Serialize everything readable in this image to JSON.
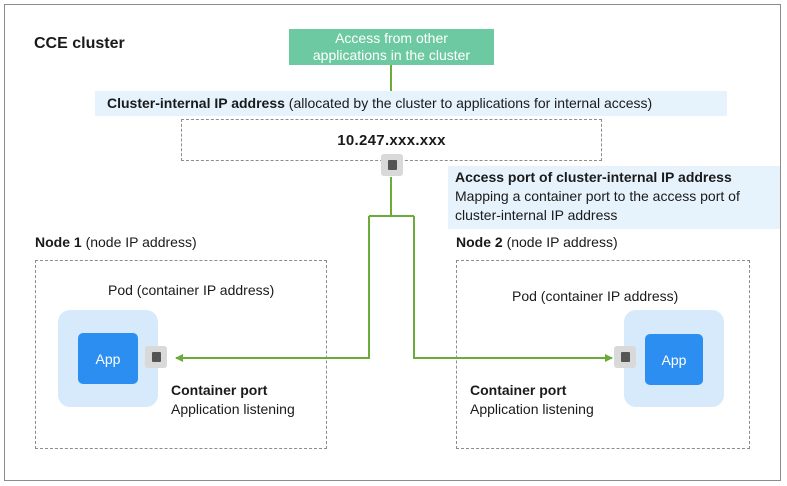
{
  "cluster": {
    "title": "CCE cluster"
  },
  "access": {
    "line1": "Access from other",
    "line2": "applications in the cluster"
  },
  "cluster_ip": {
    "label_bold": "Cluster-internal IP address",
    "label_rest": " (allocated by the cluster to applications for internal access)",
    "value": "10.247.xxx.xxx"
  },
  "access_port": {
    "title": "Access port of cluster-internal IP address",
    "line1": "Mapping a container port to the access port of",
    "line2": "cluster-internal IP address"
  },
  "node1": {
    "name": "Node 1",
    "name_suffix": " (node IP address)",
    "pod_label": "Pod (container IP address)",
    "app": "App",
    "port_title": "Container port",
    "port_desc": "Application listening"
  },
  "node2": {
    "name": "Node 2",
    "name_suffix": " (node IP address)",
    "pod_label": "Pod (container IP address)",
    "app": "App",
    "port_title": "Container port",
    "port_desc": "Application listening"
  },
  "colors": {
    "access_box": "#6cc9a1",
    "connector": "#6aab3a",
    "band": "#e6f3fc",
    "pod": "#d6eafb",
    "app": "#2b8ef0"
  }
}
